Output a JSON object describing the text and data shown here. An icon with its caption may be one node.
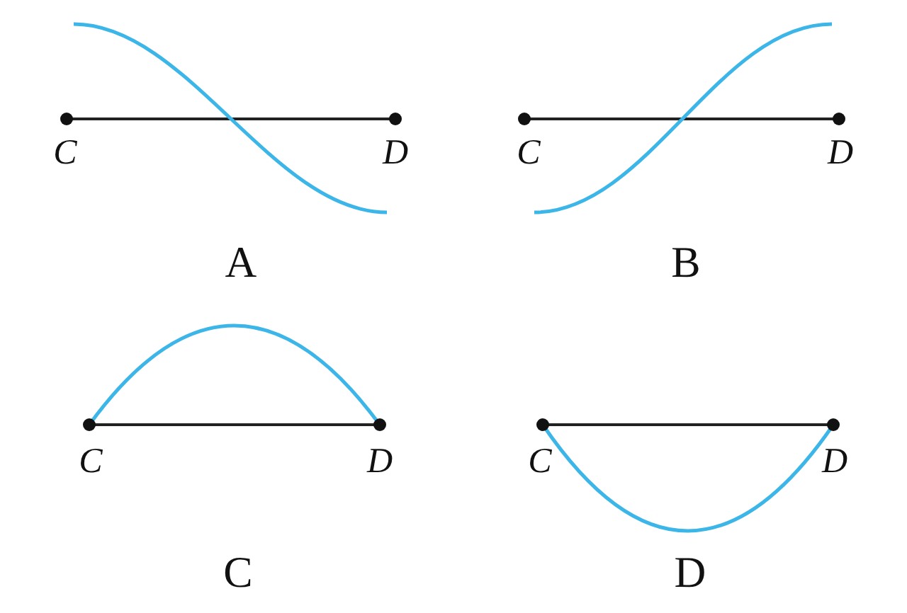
{
  "diagram": {
    "labels": [
      "C",
      "D",
      "C",
      "D",
      "A",
      "B",
      "C",
      "D",
      "C",
      "D",
      "C",
      "D"
    ]
  }
}
